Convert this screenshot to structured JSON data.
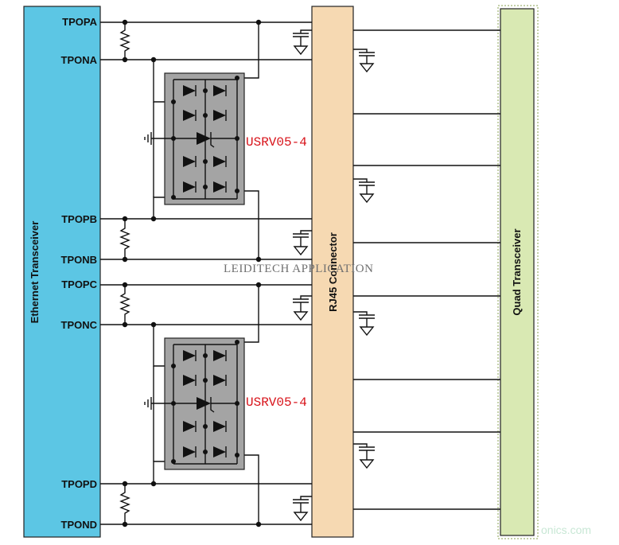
{
  "blocks": {
    "ethernet": {
      "label": "Ethernet Transceiver",
      "fill": "#5cc6e4"
    },
    "rj45": {
      "label": "RJ45 Connector",
      "fill": "#f6d9b2"
    },
    "quad": {
      "label": "Quad Transceiver",
      "fill": "#d9e9b3"
    }
  },
  "pins": [
    "TPOPA",
    "TPONA",
    "TPOPB",
    "TPONB",
    "TPOPC",
    "TPONC",
    "TPOPD",
    "TPOND"
  ],
  "chips": [
    "USRV05-4",
    "USRV05-4"
  ],
  "chip_fill": "#a4a4a4",
  "watermark": "LEIDITECH APPLICATION",
  "corner_mark": "onics.com"
}
